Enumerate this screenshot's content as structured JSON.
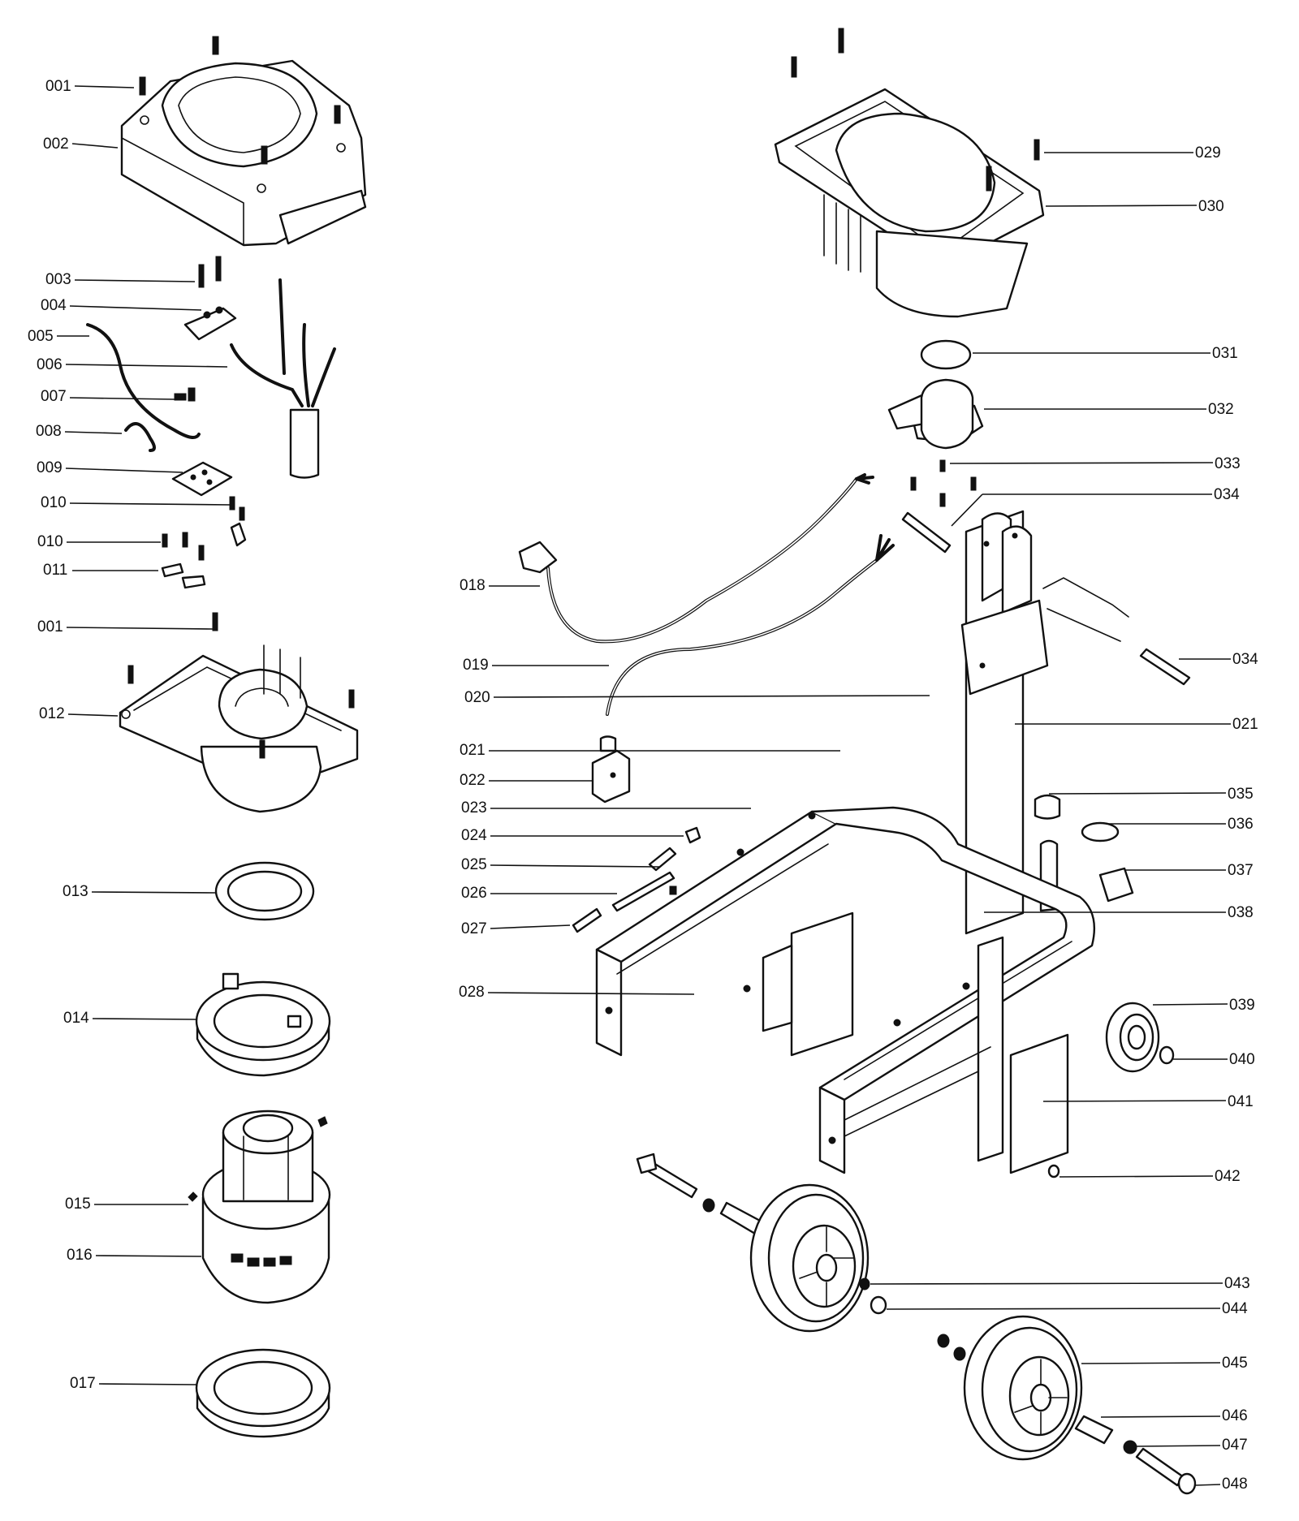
{
  "diagram": {
    "colors": {
      "ink": "#111111",
      "paper": "#ffffff"
    },
    "callouts": [
      {
        "id": "001",
        "label": "001"
      },
      {
        "id": "002",
        "label": "002"
      },
      {
        "id": "003",
        "label": "003"
      },
      {
        "id": "004",
        "label": "004"
      },
      {
        "id": "005",
        "label": "005"
      },
      {
        "id": "006",
        "label": "006"
      },
      {
        "id": "007",
        "label": "007"
      },
      {
        "id": "008",
        "label": "008"
      },
      {
        "id": "009",
        "label": "009"
      },
      {
        "id": "010a",
        "label": "010"
      },
      {
        "id": "010b",
        "label": "010"
      },
      {
        "id": "011",
        "label": "011"
      },
      {
        "id": "001b",
        "label": "001"
      },
      {
        "id": "012",
        "label": "012"
      },
      {
        "id": "013",
        "label": "013"
      },
      {
        "id": "014",
        "label": "014"
      },
      {
        "id": "015",
        "label": "015"
      },
      {
        "id": "016",
        "label": "016"
      },
      {
        "id": "017",
        "label": "017"
      },
      {
        "id": "018",
        "label": "018"
      },
      {
        "id": "019",
        "label": "019"
      },
      {
        "id": "020",
        "label": "020"
      },
      {
        "id": "021a",
        "label": "021"
      },
      {
        "id": "022",
        "label": "022"
      },
      {
        "id": "023",
        "label": "023"
      },
      {
        "id": "024",
        "label": "024"
      },
      {
        "id": "025",
        "label": "025"
      },
      {
        "id": "026",
        "label": "026"
      },
      {
        "id": "027",
        "label": "027"
      },
      {
        "id": "028",
        "label": "028"
      },
      {
        "id": "029",
        "label": "029"
      },
      {
        "id": "030",
        "label": "030"
      },
      {
        "id": "031",
        "label": "031"
      },
      {
        "id": "032",
        "label": "032"
      },
      {
        "id": "033",
        "label": "033"
      },
      {
        "id": "034a",
        "label": "034"
      },
      {
        "id": "034b",
        "label": "034"
      },
      {
        "id": "021b",
        "label": "021"
      },
      {
        "id": "035",
        "label": "035"
      },
      {
        "id": "036",
        "label": "036"
      },
      {
        "id": "037",
        "label": "037"
      },
      {
        "id": "038",
        "label": "038"
      },
      {
        "id": "039",
        "label": "039"
      },
      {
        "id": "040",
        "label": "040"
      },
      {
        "id": "041",
        "label": "041"
      },
      {
        "id": "042",
        "label": "042"
      },
      {
        "id": "043",
        "label": "043"
      },
      {
        "id": "044",
        "label": "044"
      },
      {
        "id": "045",
        "label": "045"
      },
      {
        "id": "046",
        "label": "046"
      },
      {
        "id": "047",
        "label": "047"
      },
      {
        "id": "048",
        "label": "048"
      }
    ]
  }
}
